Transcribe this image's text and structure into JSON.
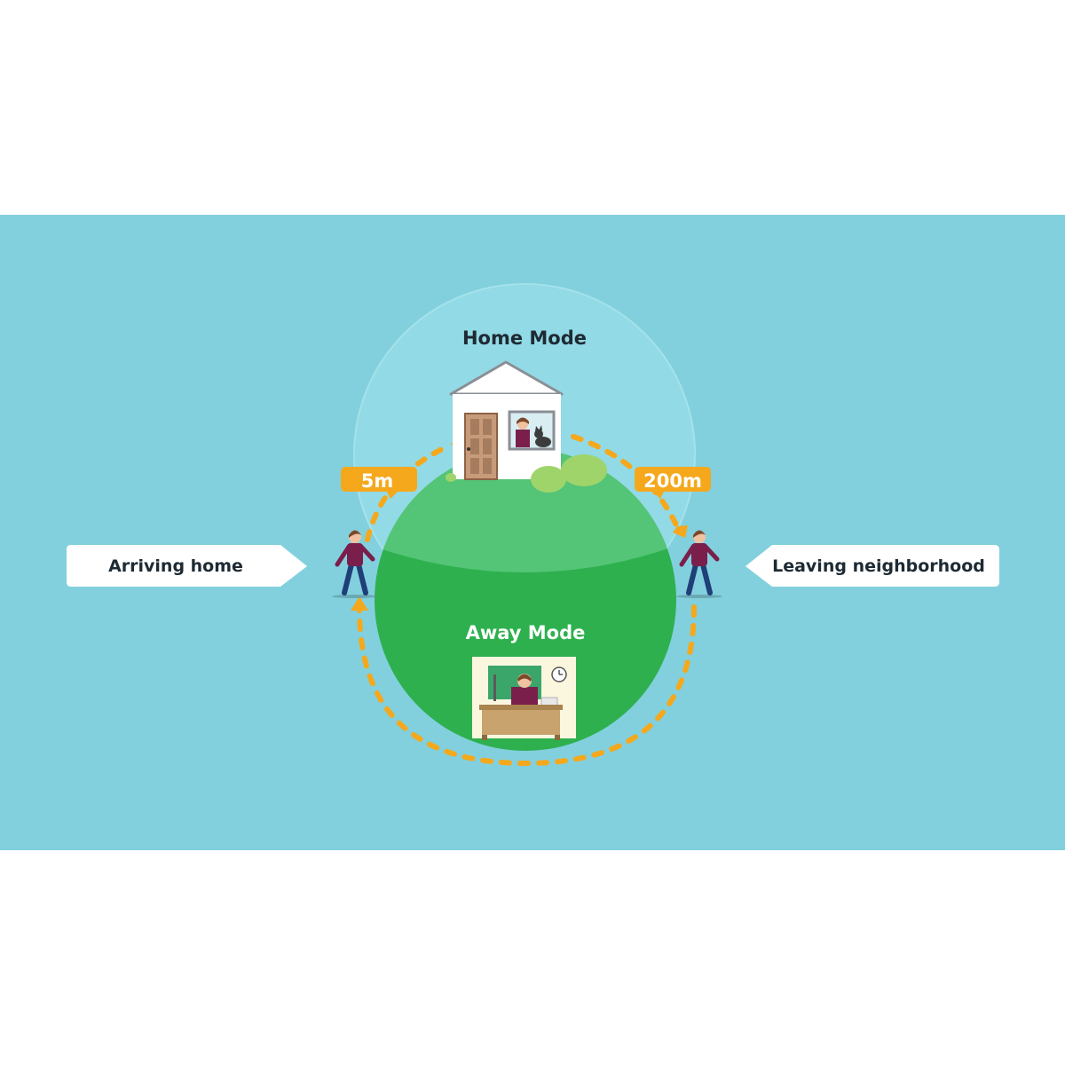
{
  "home_mode": {
    "title": "Home Mode"
  },
  "away_mode": {
    "title": "Away Mode"
  },
  "arriving": {
    "label": "Arriving home",
    "distance": "5m"
  },
  "leaving": {
    "label": "Leaving neighborhood",
    "distance": "200m"
  },
  "colors": {
    "background": "#82d0dd",
    "home_zone": "#93dbe6",
    "globe": "#2eb04f",
    "globe_light": "#54c476",
    "accent": "#f5a81c",
    "callout": "#ffffff",
    "text_dark": "#1e2a33",
    "shirt": "#7a1f4c",
    "pants": "#1f3f78"
  },
  "icons": {
    "house": "house-icon",
    "office": "office-icon",
    "person": "walking-person-icon",
    "clock": "clock-icon",
    "dog": "dog-icon"
  }
}
